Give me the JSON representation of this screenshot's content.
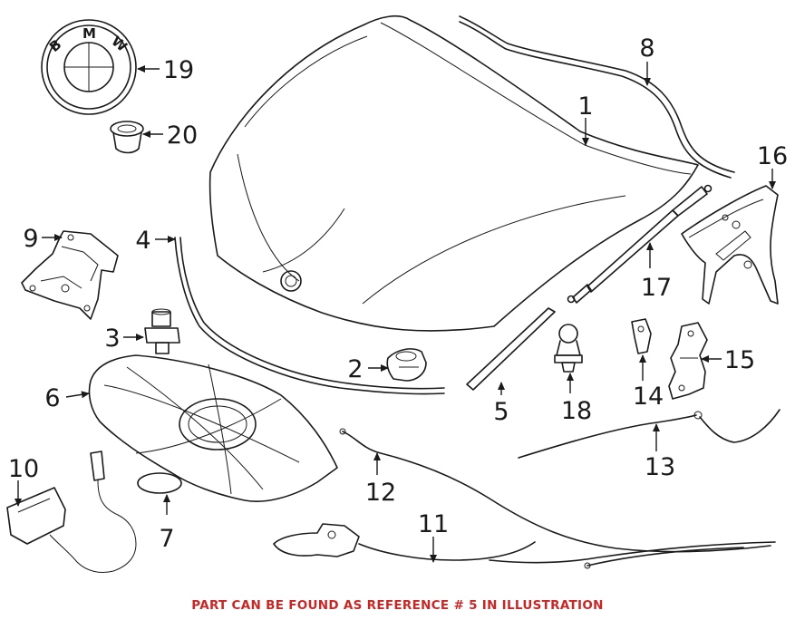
{
  "diagram": {
    "callouts": [
      {
        "id": "1",
        "label": "1"
      },
      {
        "id": "2",
        "label": "2"
      },
      {
        "id": "3",
        "label": "3"
      },
      {
        "id": "4",
        "label": "4"
      },
      {
        "id": "5",
        "label": "5"
      },
      {
        "id": "6",
        "label": "6"
      },
      {
        "id": "7",
        "label": "7"
      },
      {
        "id": "8",
        "label": "8"
      },
      {
        "id": "9",
        "label": "9"
      },
      {
        "id": "10",
        "label": "10"
      },
      {
        "id": "11",
        "label": "11"
      },
      {
        "id": "12",
        "label": "12"
      },
      {
        "id": "13",
        "label": "13"
      },
      {
        "id": "14",
        "label": "14"
      },
      {
        "id": "15",
        "label": "15"
      },
      {
        "id": "16",
        "label": "16"
      },
      {
        "id": "17",
        "label": "17"
      },
      {
        "id": "18",
        "label": "18"
      },
      {
        "id": "19",
        "label": "19"
      },
      {
        "id": "20",
        "label": "20"
      }
    ],
    "logo_letters": {
      "b": "B",
      "m": "M",
      "w": "W"
    },
    "footer_note": "PART CAN BE FOUND AS REFERENCE # 5 IN ILLUSTRATION",
    "footer_color": "#c62828"
  }
}
